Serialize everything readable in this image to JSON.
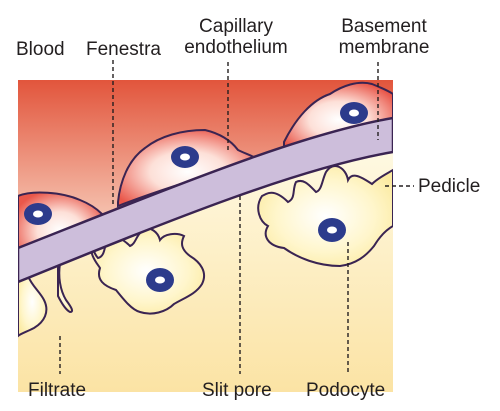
{
  "labels": {
    "blood": "Blood",
    "fenestra": "Fenestra",
    "capillary_endothelium_1": "Capillary",
    "capillary_endothelium_2": "endothelium",
    "basement_membrane_1": "Basement",
    "basement_membrane_2": "membrane",
    "pedicle": "Pedicle",
    "filtrate": "Filtrate",
    "slit_pore": "Slit pore",
    "podocyte": "Podocyte"
  },
  "colors": {
    "blood_top": "#e2553c",
    "blood_bottom": "#fbe3d2",
    "filtrate_top": "#fffbe8",
    "filtrate_bottom": "#fbe3a4",
    "membrane_fill": "#cdbedb",
    "outline": "#3a2452",
    "nucleus": "#2c3b8c",
    "endothelial_cell": "#e9574a",
    "podocyte_cell": "#fff6cc",
    "podocyte_edge": "#e8d56a"
  }
}
